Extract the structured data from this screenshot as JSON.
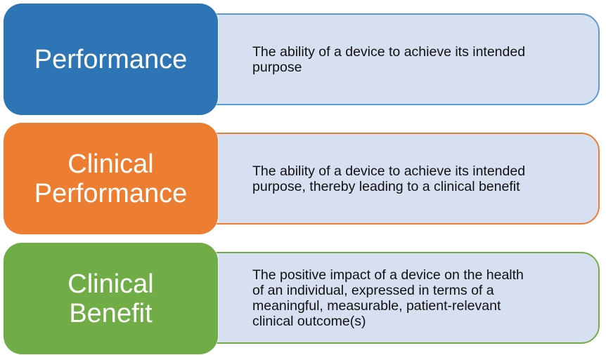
{
  "colors": {
    "blue": "#2E75B6",
    "orange": "#ED7D31",
    "green": "#70AD47",
    "description_fill": "#D6E0F0"
  },
  "items": [
    {
      "term": "Performance",
      "description": "The ability of a device to achieve its intended\npurpose"
    },
    {
      "term": "Clinical\nPerformance",
      "description": "The ability of a device to achieve its intended\npurpose, thereby leading to a clinical benefit"
    },
    {
      "term": "Clinical\nBenefit",
      "description": "The positive impact of a device on the health\nof an individual,  expressed in terms of a\nmeaningful,  measurable, patient-relevant\nclinical outcome(s)"
    }
  ]
}
